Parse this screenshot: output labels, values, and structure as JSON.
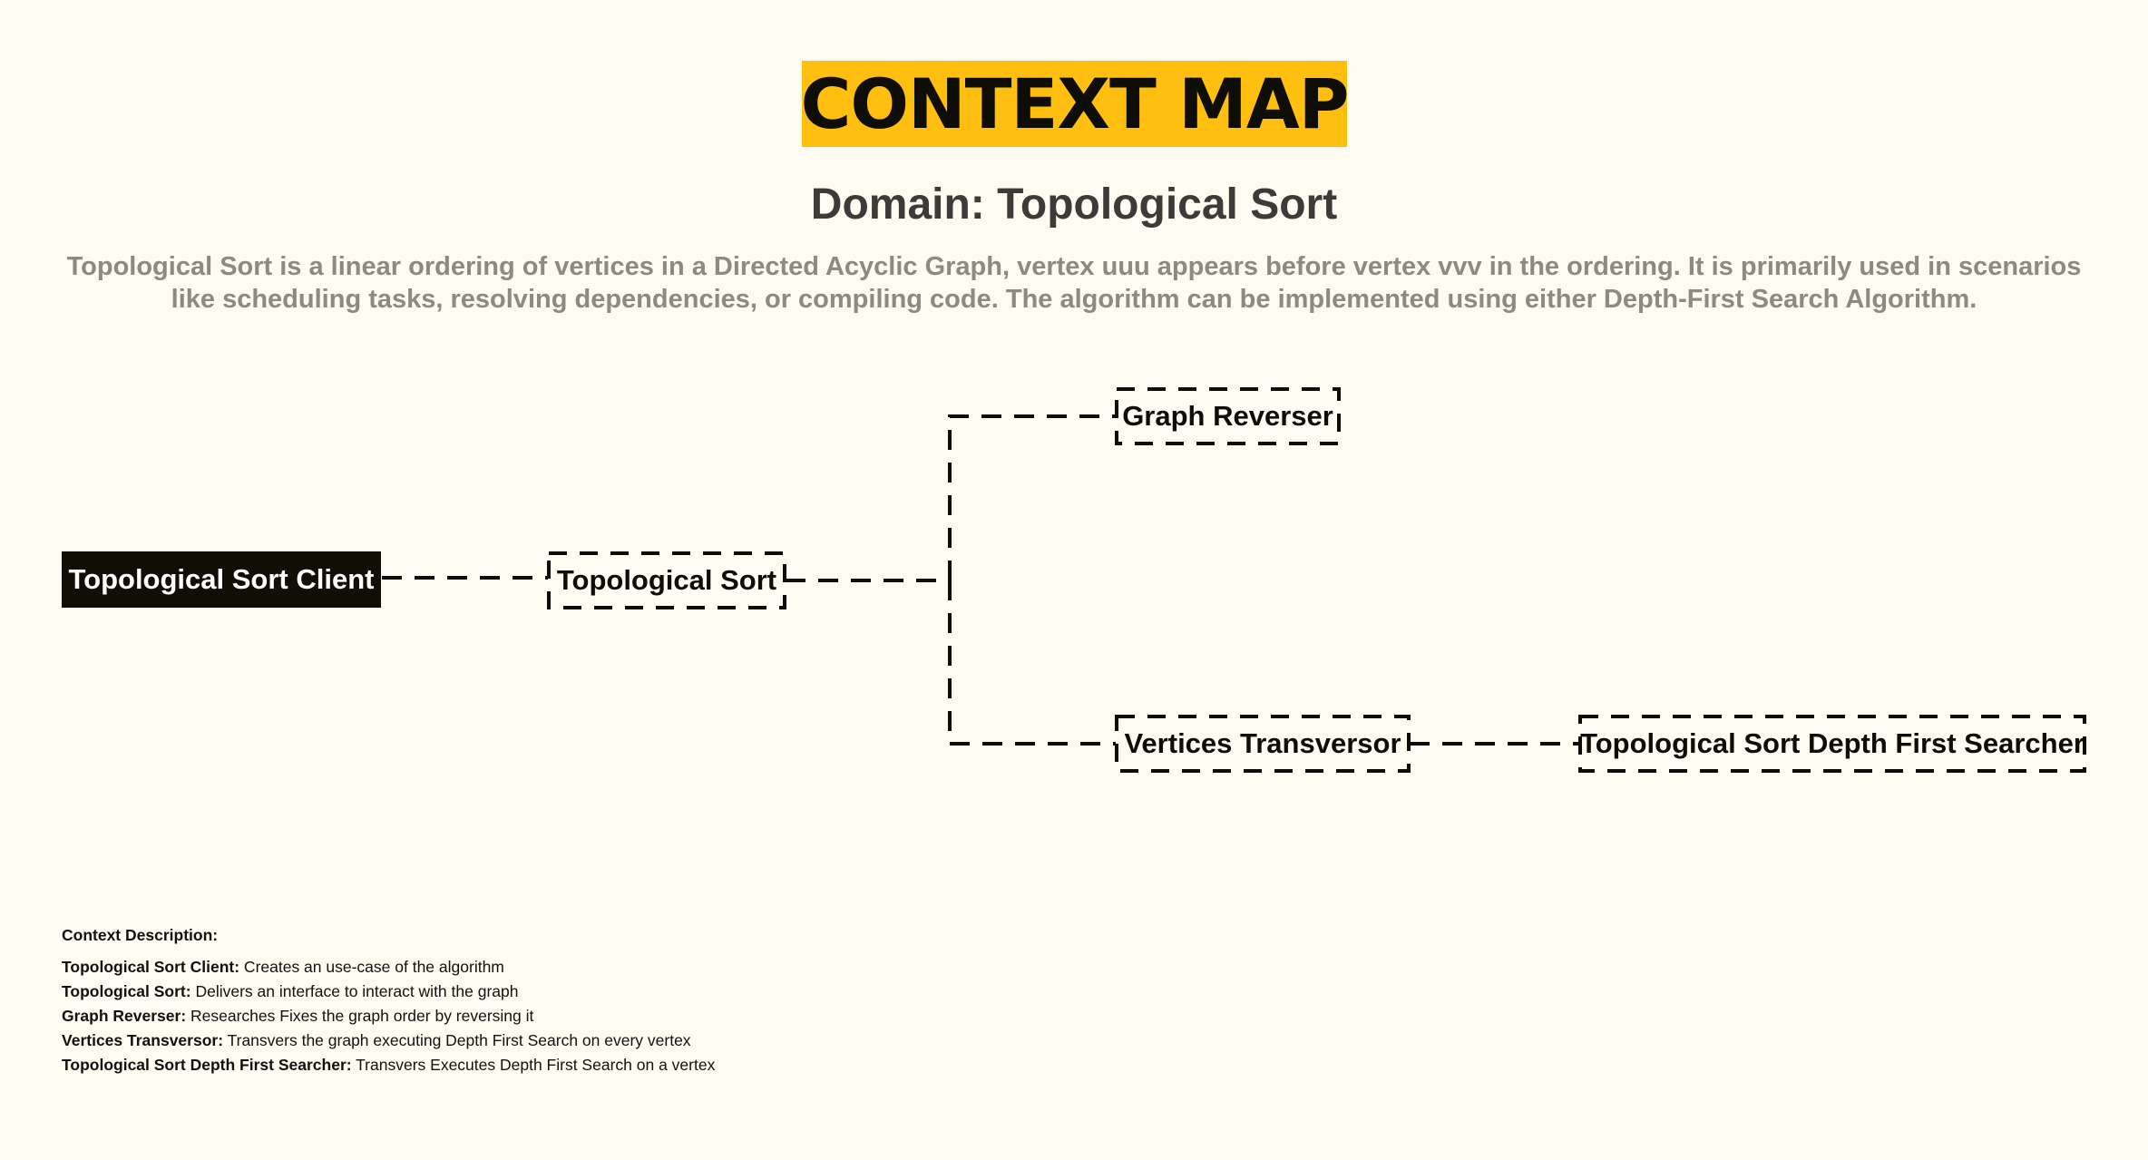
{
  "header": {
    "title": "CONTEXT MAP",
    "subtitle": "Domain: Topological Sort",
    "description": "Topological Sort is a linear ordering of vertices in a Directed Acyclic Graph, vertex uuu appears before vertex vvv in the ordering. It is primarily used in scenarios like scheduling tasks, resolving dependencies, or compiling code. The algorithm can be implemented using either Depth-First Search Algorithm."
  },
  "colors": {
    "background": "#fefcf0",
    "title_highlight": "#ffbf10",
    "client_node": "#110e06",
    "dashed_line": "#0f0d08"
  },
  "diagram": {
    "nodes": [
      {
        "id": "client",
        "label": "Topological Sort Client",
        "style": "solid"
      },
      {
        "id": "topological-sort",
        "label": "Topological Sort",
        "style": "dashed"
      },
      {
        "id": "graph-reverser",
        "label": "Graph Reverser",
        "style": "dashed"
      },
      {
        "id": "vertices-transversor",
        "label": "Vertices Transversor",
        "style": "dashed"
      },
      {
        "id": "dfs-searcher",
        "label": "Topological Sort Depth First Searcher",
        "style": "dashed"
      }
    ],
    "edges": [
      {
        "from": "client",
        "to": "topological-sort"
      },
      {
        "from": "topological-sort",
        "to": "graph-reverser"
      },
      {
        "from": "topological-sort",
        "to": "vertices-transversor"
      },
      {
        "from": "vertices-transversor",
        "to": "dfs-searcher"
      }
    ]
  },
  "legend": {
    "heading": "Context Description:",
    "items": [
      {
        "name": "Topological Sort Client:",
        "text": " Creates an use-case of the algorithm"
      },
      {
        "name": "Topological Sort:",
        "text": " Delivers an interface to interact with the graph"
      },
      {
        "name": "Graph Reverser:",
        "text": " Researches Fixes the graph order by reversing it"
      },
      {
        "name": "Vertices Transversor:",
        "text": " Transvers the graph executing Depth First Search on every vertex"
      },
      {
        "name": "Topological Sort Depth First Searcher:",
        "text": " Transvers Executes Depth First Search on a vertex"
      }
    ]
  }
}
